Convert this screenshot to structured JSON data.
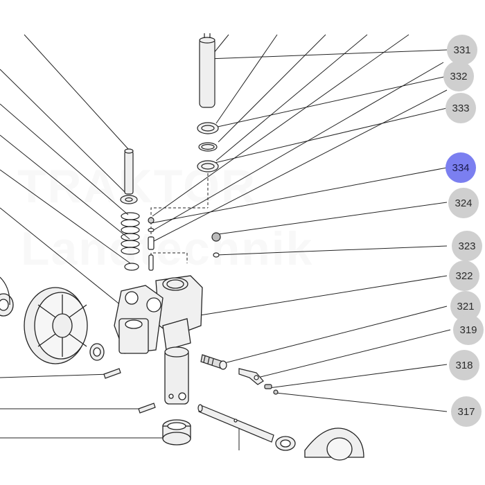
{
  "watermark": {
    "line1": "TRAKTOR",
    "line2": "Landtechnik"
  },
  "colors": {
    "callout_bg": "#cfcfcf",
    "callout_active_bg": "#7b7ff0",
    "line": "#222222",
    "part_fill": "#e8e8e8"
  },
  "callouts": [
    {
      "id": "331",
      "label": "331",
      "active": false
    },
    {
      "id": "332",
      "label": "332",
      "active": false
    },
    {
      "id": "333",
      "label": "333",
      "active": false
    },
    {
      "id": "334",
      "label": "334",
      "active": true
    },
    {
      "id": "324",
      "label": "324",
      "active": false
    },
    {
      "id": "323",
      "label": "323",
      "active": false
    },
    {
      "id": "322",
      "label": "322",
      "active": false
    },
    {
      "id": "321",
      "label": "321",
      "active": false
    },
    {
      "id": "319",
      "label": "319",
      "active": false
    },
    {
      "id": "318",
      "label": "318",
      "active": false
    },
    {
      "id": "317",
      "label": "317",
      "active": false
    }
  ]
}
